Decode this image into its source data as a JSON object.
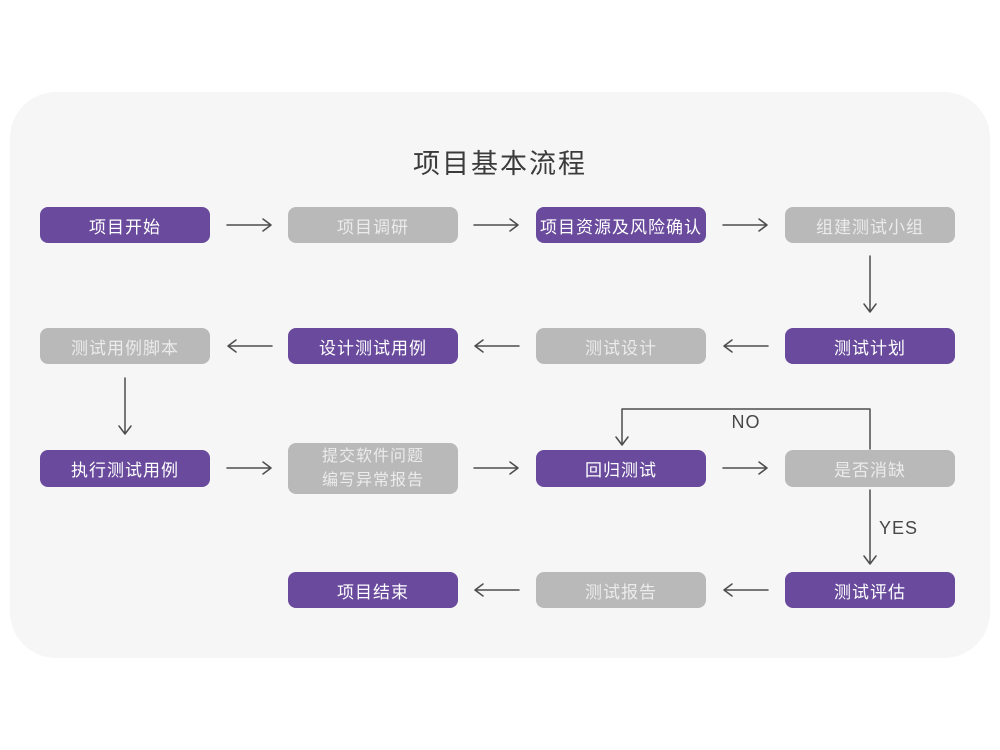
{
  "title": "项目基本流程",
  "colors": {
    "purple": "#694a9c",
    "gray": "#b9b9b9",
    "card_background": "#f6f6f7",
    "arrow": "#4d4d4d",
    "title_text": "#3b3b3b"
  },
  "nodes": [
    {
      "label": "项目开始",
      "variant": "purple"
    },
    {
      "label": "项目调研",
      "variant": "gray"
    },
    {
      "label": "项目资源及风险确认",
      "variant": "purple"
    },
    {
      "label": "组建测试小组",
      "variant": "gray"
    },
    {
      "label": "测试计划",
      "variant": "purple"
    },
    {
      "label": "测试设计",
      "variant": "gray"
    },
    {
      "label": "设计测试用例",
      "variant": "purple"
    },
    {
      "label": "测试用例脚本",
      "variant": "gray"
    },
    {
      "label": "执行测试用例",
      "variant": "purple"
    },
    {
      "label_line1": "提交软件问题",
      "label_line2": "编写异常报告",
      "variant": "gray"
    },
    {
      "label": "回归测试",
      "variant": "purple"
    },
    {
      "label": "是否消缺",
      "variant": "gray"
    },
    {
      "label": "测试评估",
      "variant": "purple"
    },
    {
      "label": "测试报告",
      "variant": "gray"
    },
    {
      "label": "项目结束",
      "variant": "purple"
    }
  ],
  "edge_labels": {
    "no": "NO",
    "yes": "YES"
  }
}
